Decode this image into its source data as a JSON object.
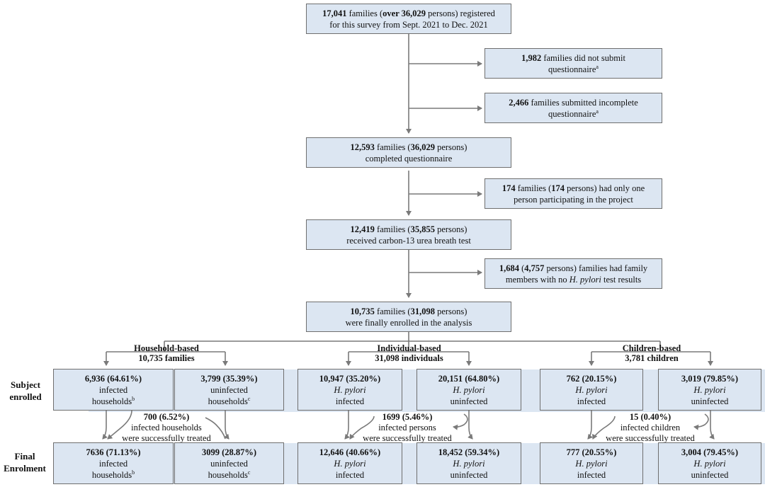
{
  "flow": {
    "top": {
      "a": "17,041",
      "b": " families (",
      "c": "over 36,029",
      "d": " persons) registered",
      "line2": "for this survey from Sept. 2021 to Dec. 2021"
    },
    "ex1": {
      "a": "1,982",
      "b": " families did not submit",
      "line2": "questionnaire",
      "sup": "a"
    },
    "ex2": {
      "a": "2,466",
      "b": " families submitted incomplete",
      "line2": "questionnaire",
      "sup": "a"
    },
    "completed": {
      "a": "12,593",
      "b": " families (",
      "c": "36,029",
      "d": " persons)",
      "line2": "completed questionnaire"
    },
    "ex3": {
      "a": "174",
      "b": " families (",
      "c": "174",
      "d": " persons) had only one",
      "line2": "person participating in the project"
    },
    "breath": {
      "a": "12,419",
      "b": " families (",
      "c": "35,855",
      "d": " persons)",
      "line2": "received carbon-13 urea breath test"
    },
    "ex4": {
      "a": "1,684",
      "b": " (",
      "c": "4,757",
      "d": " persons) families had family",
      "line2a": "members with no ",
      "line2b": "H. pylori",
      "line2c": " test results"
    },
    "final": {
      "a": "10,735",
      "b": " families (",
      "c": "31,098",
      "d": " persons)",
      "line2": "were finally enrolled in the analysis"
    }
  },
  "groups": {
    "household": {
      "title": "Household-based",
      "sub": "10,735 families"
    },
    "individual": {
      "title": "Individual-based",
      "sub": "31,098 individuals"
    },
    "children": {
      "title": "Children-based",
      "sub": "3,781 children"
    }
  },
  "row_labels": {
    "subject": [
      "Subject",
      "enrolled"
    ],
    "final": [
      "Final",
      "Enrolment"
    ]
  },
  "subject": {
    "hh_inf": {
      "value": "6,936 (64.61%)",
      "l1": "infected",
      "l2": "households",
      "sup": "b"
    },
    "hh_uninf": {
      "value": "3,799 (35.39%)",
      "l1": "uninfected",
      "l2": "households",
      "sup": "c"
    },
    "ind_inf": {
      "value": "10,947 (35.20%)",
      "l1": "H. pylori",
      "l2": "infected"
    },
    "ind_uninf": {
      "value": "20,151 (64.80%)",
      "l1": "H. pylori",
      "l2": "uninfected"
    },
    "ch_inf": {
      "value": "762 (20.15%)",
      "l1": "H. pylori",
      "l2": "infected"
    },
    "ch_uninf": {
      "value": "3,019 (79.85%)",
      "l1": "H. pylori",
      "l2": "uninfected"
    }
  },
  "treated": {
    "household": {
      "value": "700 (6.52%)",
      "l1": "infected households",
      "l2": "were successfully treated"
    },
    "individual": {
      "value": "1699 (5.46%)",
      "l1": "infected persons",
      "l2": "were successfully treated"
    },
    "children": {
      "value": "15 (0.40%)",
      "l1": "infected children",
      "l2": "were successfully treated"
    }
  },
  "final_enrol": {
    "hh_inf": {
      "value": "7636 (71.13%)",
      "l1": "infected",
      "l2": "households",
      "sup": "b"
    },
    "hh_uninf": {
      "value": "3099 (28.87%)",
      "l1": "uninfected",
      "l2": "households",
      "sup": "c"
    },
    "ind_inf": {
      "value": "12,646 (40.66%)",
      "l1": "H. pylori",
      "l2": "infected"
    },
    "ind_uninf": {
      "value": "18,452 (59.34%)",
      "l1": "H. pylori",
      "l2": "uninfected"
    },
    "ch_inf": {
      "value": "777 (20.55%)",
      "l1": "H. pylori",
      "l2": "infected"
    },
    "ch_uninf": {
      "value": "3,004 (79.45%)",
      "l1": "H. pylori",
      "l2": "uninfected"
    }
  }
}
